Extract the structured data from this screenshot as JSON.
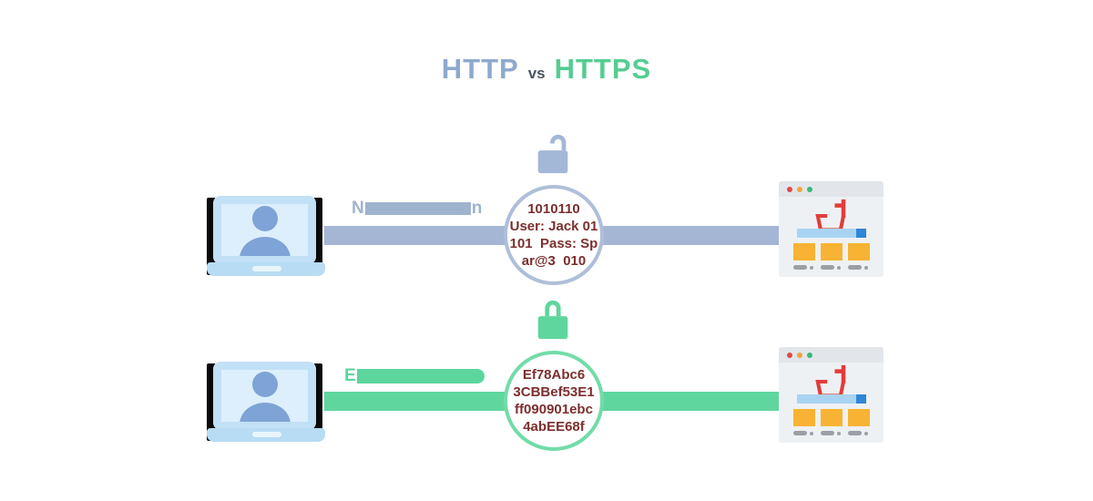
{
  "title": {
    "http": "HTTP",
    "vs": "vs",
    "https": "HTTPS"
  },
  "rows": [
    {
      "name": "HTTP",
      "connection_label": {
        "prefix": "N",
        "suffix": "n"
      },
      "lock_state": "unlocked",
      "packet_lines": [
        "1010110",
        "User: Jack 01",
        "101  Pass: Sp",
        "ar@3  010"
      ]
    },
    {
      "name": "HTTPS",
      "connection_label": {
        "prefix": "E",
        "suffix": ""
      },
      "lock_state": "locked",
      "packet_lines": [
        "Ef78Abc6",
        "3CBBef53E1",
        "ff090901ebc",
        "4abEE68f"
      ]
    }
  ],
  "colors": {
    "background": "#ffffff",
    "title_http": "#8ea9ce",
    "title_vs": "#4d545c",
    "title_https": "#55cd92",
    "http_bar": "#a4b6d4",
    "http_border": "#aebfd8",
    "http_lock": "#a3b7d7",
    "http_label": "#9fb3ce",
    "https_bar": "#5fd69d",
    "https_border": "#72dca8",
    "https_lock": "#5fd69d",
    "https_label": "#5cd69d",
    "packet_text": "#7d2e2e",
    "laptop_frame": "#c2e0f6",
    "laptop_screen": "#ddeffc",
    "laptop_user": "#7ea3d6",
    "laptop_base": "#b7dcf4",
    "laptop_notch": "#e8f5fd",
    "laptop_edge": "#0a0a0a",
    "browser_bg": "#eef1f3",
    "browser_topbar": "#e2e6ea",
    "dot_red": "#df4a45",
    "dot_yellow": "#f2a33c",
    "dot_green": "#3bb877",
    "cart_red": "#e23c3c",
    "search_bar": "#a9d3f2",
    "search_cap": "#2f87d5",
    "card_orange": "#f8b334",
    "pill_gray": "#9aa0a5"
  }
}
